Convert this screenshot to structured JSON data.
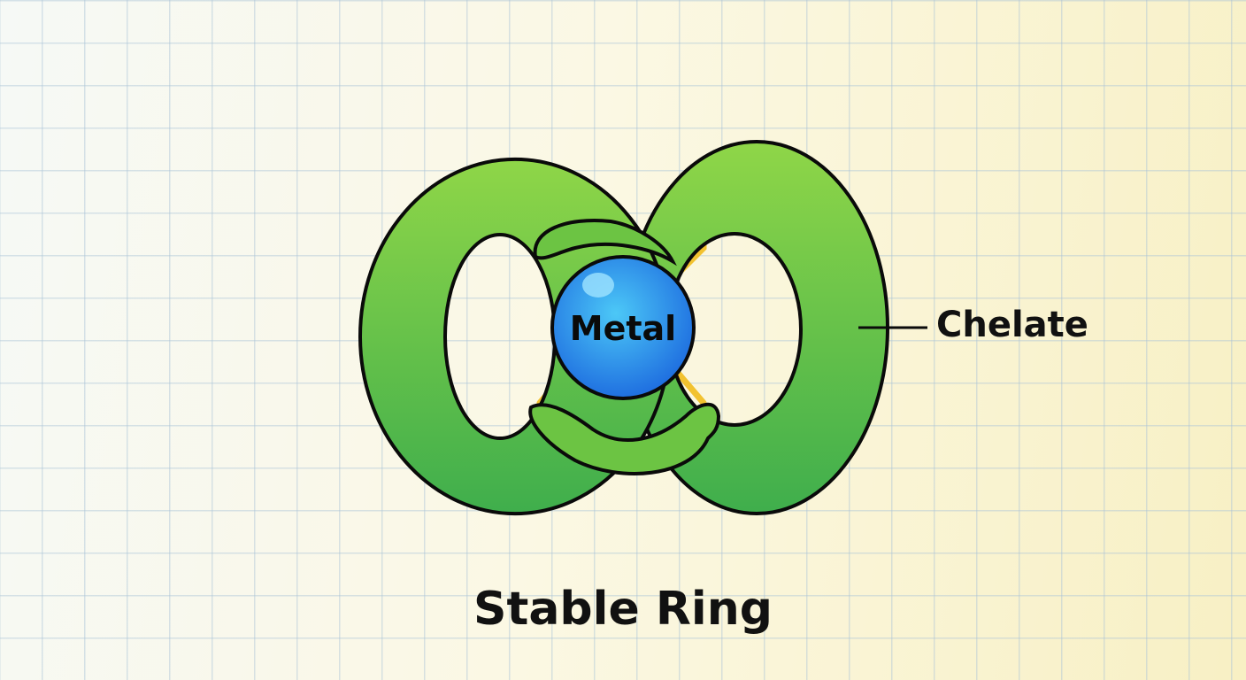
{
  "diagram": {
    "center_label": "Metal",
    "side_label": "Chelate",
    "caption": "Stable Ring",
    "colors": {
      "ring_green": "#5cbf3f",
      "ring_dark": "#2e9a4a",
      "metal_blue": "#2f8cf0",
      "bond_yellow": "#f2c230",
      "outline": "#0a0a0a"
    }
  }
}
